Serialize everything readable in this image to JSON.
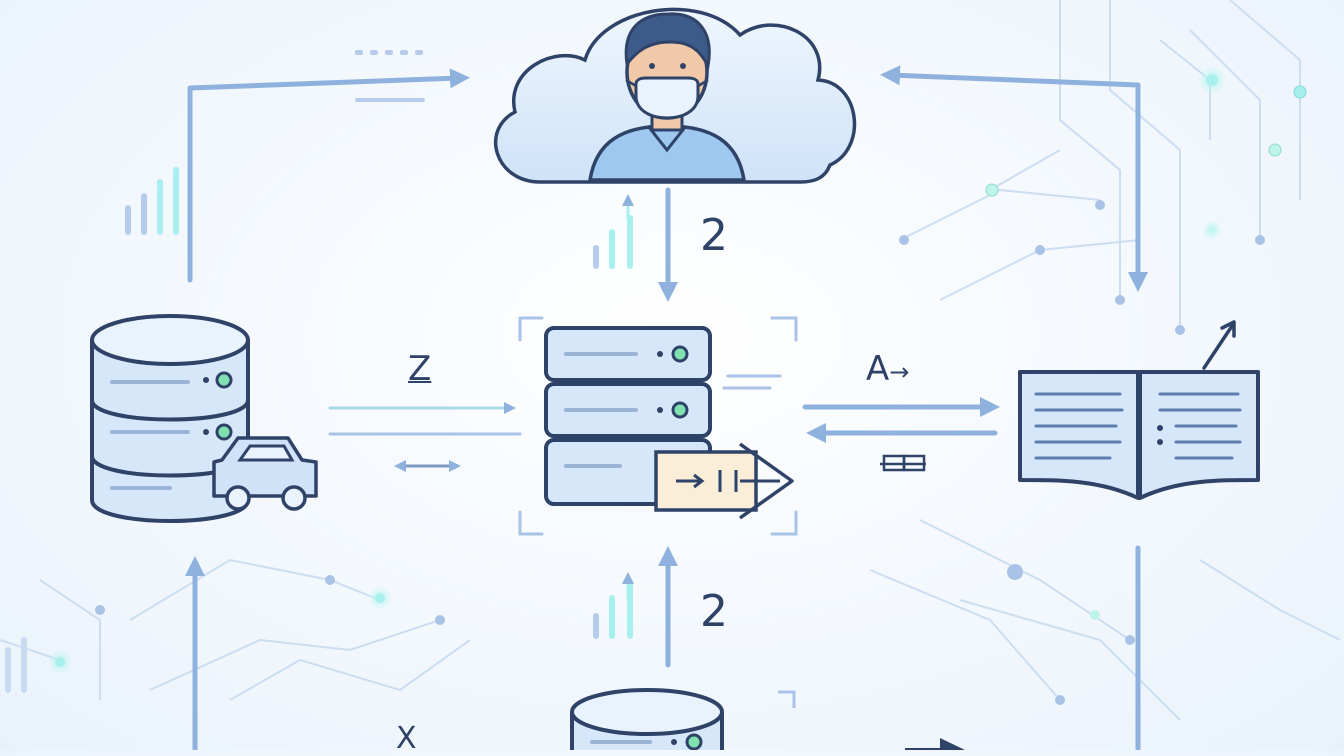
{
  "labels": {
    "step_top": "2",
    "step_bottom": "2",
    "left_link": "Z",
    "right_link": "A",
    "bottom_link": "X"
  },
  "colors": {
    "outline": "#2f4368",
    "fill_light": "#dcebfb",
    "fill_mid": "#c6ddf6",
    "arrow": "#8fb1de",
    "accent_green": "#7fe0b0",
    "accent_cyan": "#a8f0ee",
    "note_fill": "#fbeed8"
  },
  "icons": [
    "cloud-icon",
    "user-icon",
    "face-mask-icon",
    "database-icon",
    "server-icon",
    "car-icon",
    "open-book-icon",
    "transfer-arrow-icon",
    "network-lines-icon"
  ]
}
